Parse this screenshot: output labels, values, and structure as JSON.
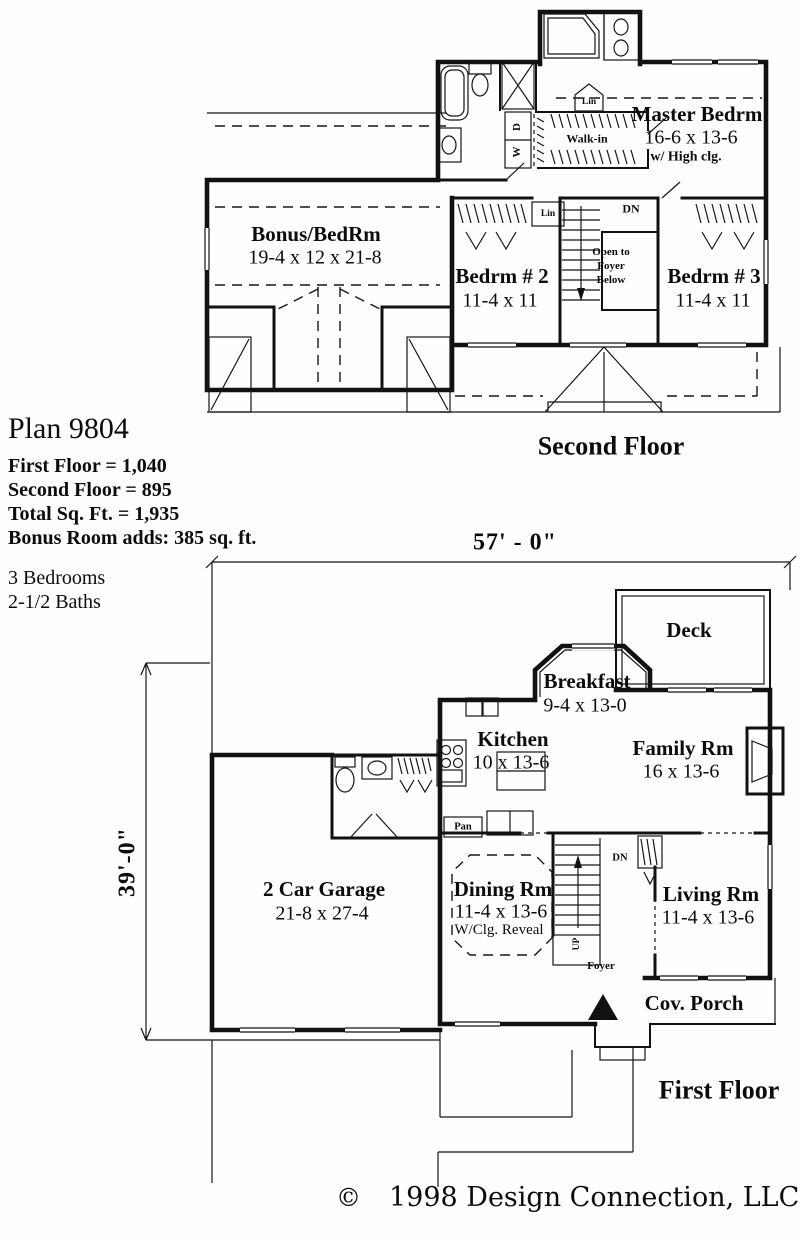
{
  "plan_info": {
    "title": "Plan 9804",
    "first_floor_area": "First Floor = 1,040",
    "second_floor_area": "Second Floor = 895",
    "total_area": "Total Sq. Ft. = 1,935",
    "bonus_area": "Bonus Room adds: 385 sq. ft.",
    "bedrooms": "3 Bedrooms",
    "baths": "2-1/2 Baths"
  },
  "titles": {
    "second_floor": "Second Floor",
    "first_floor": "First Floor"
  },
  "dimensions": {
    "width": "57' - 0\"",
    "depth": "39'-0\""
  },
  "second_floor": {
    "master": {
      "name": "Master Bedrm",
      "dims": "16-6 x 13-6",
      "note": "w/ High clg."
    },
    "bedrm2": {
      "name": "Bedrm # 2",
      "dims": "11-4 x 11"
    },
    "bedrm3": {
      "name": "Bedrm # 3",
      "dims": "11-4 x 11"
    },
    "bonus": {
      "name": "Bonus/BedRm",
      "dims": "19-4 x 12 x 21-8"
    },
    "walk_in": "Walk-in",
    "lin1": "Lin",
    "lin2": "Lin",
    "dryer": "D",
    "washer": "W",
    "dn": "DN",
    "open_to_foyer": {
      "l1": "Open to",
      "l2": "Foyer",
      "l3": "Below"
    }
  },
  "first_floor": {
    "deck": "Deck",
    "breakfast": {
      "name": "Breakfast",
      "dims": "9-4 x 13-0"
    },
    "kitchen": {
      "name": "Kitchen",
      "dims": "10 x 13-6"
    },
    "family": {
      "name": "Family Rm",
      "dims": "16 x 13-6"
    },
    "garage": {
      "name": "2 Car Garage",
      "dims": "21-8 x 27-4"
    },
    "dining": {
      "name": "Dining Rm",
      "dims": "11-4 x 13-6",
      "note": "W/Clg. Reveal"
    },
    "living": {
      "name": "Living Rm",
      "dims": "11-4 x 13-6"
    },
    "porch": "Cov. Porch",
    "foyer": "Foyer",
    "pantry": "Pan",
    "dn": "DN",
    "up": "UP"
  },
  "footer": {
    "copyright_symbol": "©",
    "copyright": "1998 Design Connection, LLC"
  },
  "colors": {
    "ink": "#111111",
    "paper": "#fefefd"
  }
}
